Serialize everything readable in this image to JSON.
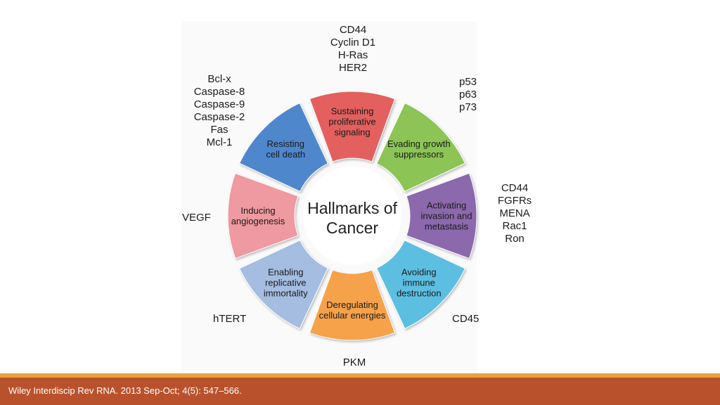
{
  "diagram": {
    "center_title": [
      "Hallmarks of",
      "Cancer"
    ],
    "segments": [
      {
        "id": "sustaining-proliferative-signaling",
        "lines": [
          "Sustaining",
          "proliferative",
          "signaling"
        ],
        "color": "#e3605f"
      },
      {
        "id": "evading-growth-suppressors",
        "lines": [
          "Evading growth",
          "suppressors"
        ],
        "color": "#8cc454"
      },
      {
        "id": "activating-invasion-metastasis",
        "lines": [
          "Activating",
          "invasion and",
          "metastasis"
        ],
        "color": "#8c67ad"
      },
      {
        "id": "avoiding-immune-destruction",
        "lines": [
          "Avoiding",
          "immune",
          "destruction"
        ],
        "color": "#5cbfe2"
      },
      {
        "id": "deregulating-cellular-energies",
        "lines": [
          "Deregulating",
          "cellular energies"
        ],
        "color": "#f5a24b"
      },
      {
        "id": "enabling-replicative-immortality",
        "lines": [
          "Enabling",
          "replicative",
          "immortality"
        ],
        "color": "#a4bde1"
      },
      {
        "id": "inducing-angiogenesis",
        "lines": [
          "Inducing",
          "angiogenesis"
        ],
        "color": "#ee9aa0"
      },
      {
        "id": "resisting-cell-death",
        "lines": [
          "Resisting",
          "cell death"
        ],
        "color": "#4f87cd"
      }
    ],
    "markers": {
      "proliferative": [
        "CD44",
        "Cyclin D1",
        "H-Ras",
        "HER2"
      ],
      "growth_suppressors": [
        "p53",
        "p63",
        "p73"
      ],
      "invasion": [
        "CD44",
        "FGFRs",
        "MENA",
        "Rac1",
        "Ron"
      ],
      "immune": [
        "CD45"
      ],
      "energies": [
        "PKM"
      ],
      "immortality": [
        "hTERT"
      ],
      "angiogenesis": [
        "VEGF"
      ],
      "cell_death": [
        "Bcl-x",
        "Caspase-8",
        "Caspase-9",
        "Caspase-2",
        "Fas",
        "Mcl-1"
      ]
    }
  },
  "footer": {
    "citation": "Wiley Interdiscip Rev RNA. 2013 Sep-Oct; 4(5): 547–566.",
    "bar_color": "#b9522c",
    "stripe_color": "#e8a33a"
  }
}
